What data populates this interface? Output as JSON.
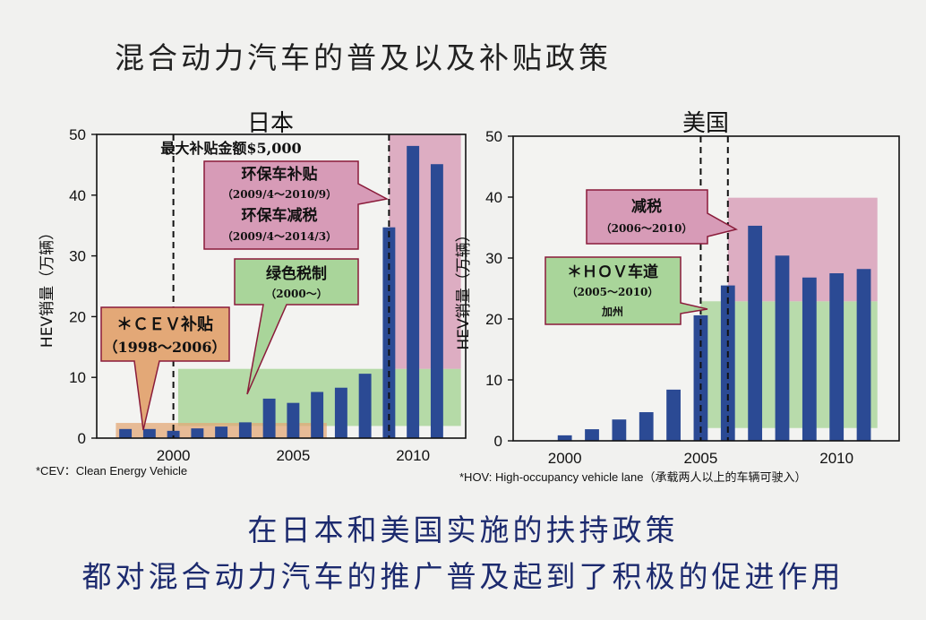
{
  "title": "混合动力汽车的普及以及补贴政策",
  "conclusion": {
    "line1": "在日本和美国实施的扶持政策",
    "line2": "都对混合动力汽车的推广普及起到了积极的促进作用"
  },
  "colors": {
    "bar": "#2b4a94",
    "cev": "#e3a877",
    "green": "#a9d59a",
    "pink": "#d79bb7",
    "callout_border": "#8a1b3a",
    "red_text": "#8a1b3a"
  },
  "chart_data": [
    {
      "type": "bar",
      "title": "日本",
      "ylabel": "HEV销量（万辆）",
      "ylim": [
        0,
        50
      ],
      "yticks": [
        0,
        10,
        20,
        30,
        40,
        50
      ],
      "x": [
        1998,
        1999,
        2000,
        2001,
        2002,
        2003,
        2004,
        2005,
        2006,
        2007,
        2008,
        2009,
        2010,
        2011
      ],
      "xticks": [
        2000,
        2005,
        2010
      ],
      "values": [
        1.5,
        1.5,
        1.2,
        1.6,
        1.9,
        2.6,
        6.5,
        5.8,
        7.6,
        8.3,
        10.6,
        34.7,
        48.1,
        45.1
      ],
      "vlines": [
        2000,
        2009
      ],
      "policies": [
        {
          "name": "cev",
          "label": "＊ＣＥＶ补贴",
          "period": "（1998～2006）"
        },
        {
          "name": "green",
          "label": "绿色税制",
          "period": "（2000～）"
        },
        {
          "name": "eco",
          "label": "环保车补贴",
          "period": "（2009/4～2010/9）",
          "label2": "环保车减税",
          "period2": "（2009/4～2014/3）"
        }
      ],
      "max_subsidy": "最大补贴金额$5,000",
      "footnote": "*CEV：Clean Energy Vehicle"
    },
    {
      "type": "bar",
      "title": "美国",
      "ylabel": "HEV销量（万辆）",
      "ylim": [
        0,
        50
      ],
      "yticks": [
        0,
        10,
        20,
        30,
        40,
        50
      ],
      "x": [
        2000,
        2001,
        2002,
        2003,
        2004,
        2005,
        2006,
        2007,
        2008,
        2009,
        2010,
        2011
      ],
      "xticks": [
        2000,
        2005,
        2010
      ],
      "values": [
        0.9,
        1.9,
        3.5,
        4.7,
        8.4,
        20.6,
        25.5,
        35.3,
        30.4,
        26.8,
        27.5,
        28.2
      ],
      "vlines": [
        2005,
        2006
      ],
      "policies": [
        {
          "name": "hov",
          "label": "＊ＨＯＶ车道",
          "period": "（2005～2010）",
          "note": "加州"
        },
        {
          "name": "tax",
          "label": "减税",
          "period": "（2006～2010）"
        }
      ],
      "footnote": "*HOV:  High-occupancy vehicle lane（承载两人以上的车辆可驶入）"
    }
  ]
}
